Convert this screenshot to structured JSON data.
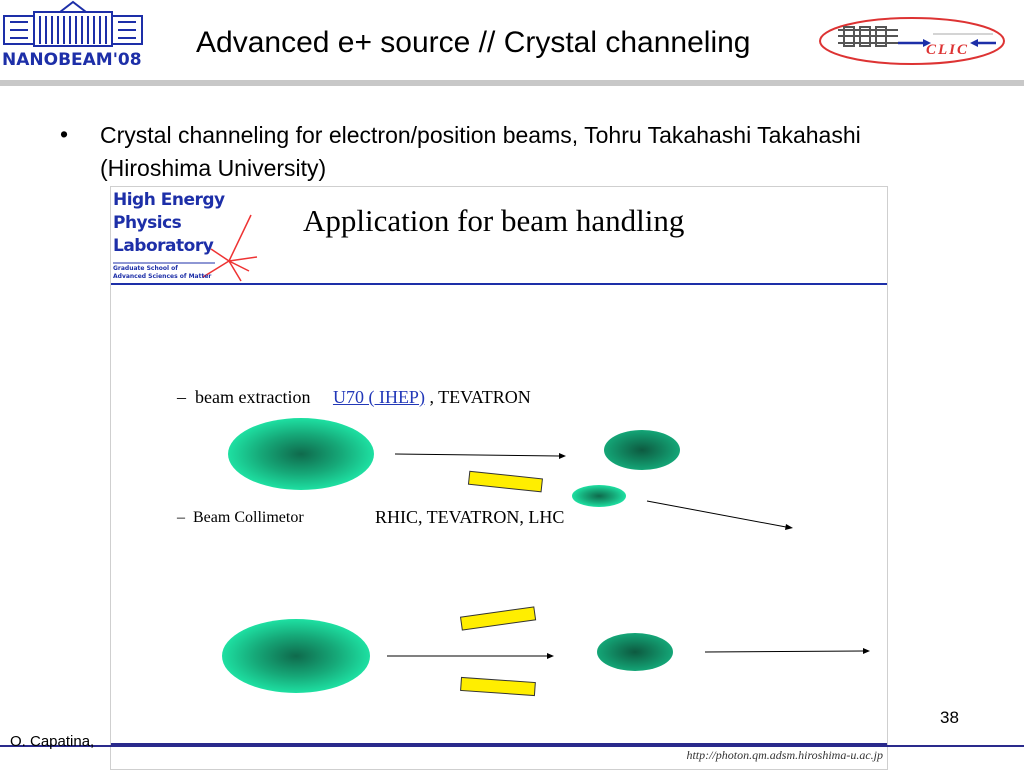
{
  "header": {
    "title": "Advanced e+ source // Crystal channeling",
    "conference_logo_text": "NANOBEAM'08",
    "project_logo_text": "CLIC"
  },
  "content": {
    "bullet": "•",
    "bullet_text": "Crystal channeling for electron/position beams, Tohru Takahashi Takahashi (Hiroshima University)"
  },
  "inner_slide": {
    "logo_lines": [
      "High Energy",
      "Physics",
      "Laboratory"
    ],
    "logo_sub_lines": [
      "Graduate School of",
      "Advanced Sciences of Matter"
    ],
    "title": "Application for beam handling",
    "dash": "–",
    "beam_extraction_label": "beam extraction",
    "beam_extraction_link": "U70 ( IHEP)",
    "beam_extraction_rest": ", TEVATRON",
    "collimator_label": "Beam Collimetor",
    "collimator_machines": "RHIC, TEVATRON, LHC",
    "url": "http://photon.qm.adsm.hiroshima-u.ac.jp"
  },
  "footer": {
    "page_number": "38",
    "author": "O. Capatina,"
  },
  "colors": {
    "beam_green": "#19d49a",
    "beam_core": "#0f6a4c",
    "crystal_yellow": "#ffee00",
    "rule_blue": "#1d2fa8"
  }
}
